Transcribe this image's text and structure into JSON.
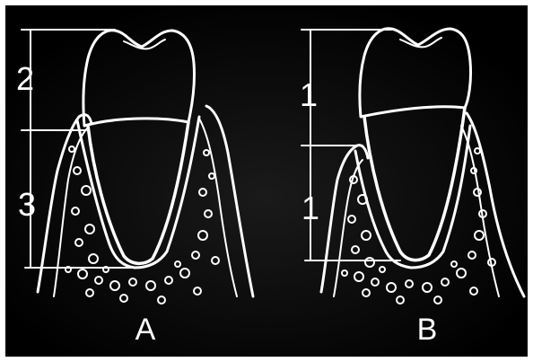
{
  "figure": {
    "panel_a": {
      "letter": "A",
      "crown_ratio": "2",
      "root_ratio": "3"
    },
    "panel_b": {
      "letter": "B",
      "crown_ratio": "1",
      "root_ratio": "1"
    }
  },
  "colors": {
    "background": "#000000",
    "line": "#ffffff",
    "frame": "#ffffff"
  }
}
